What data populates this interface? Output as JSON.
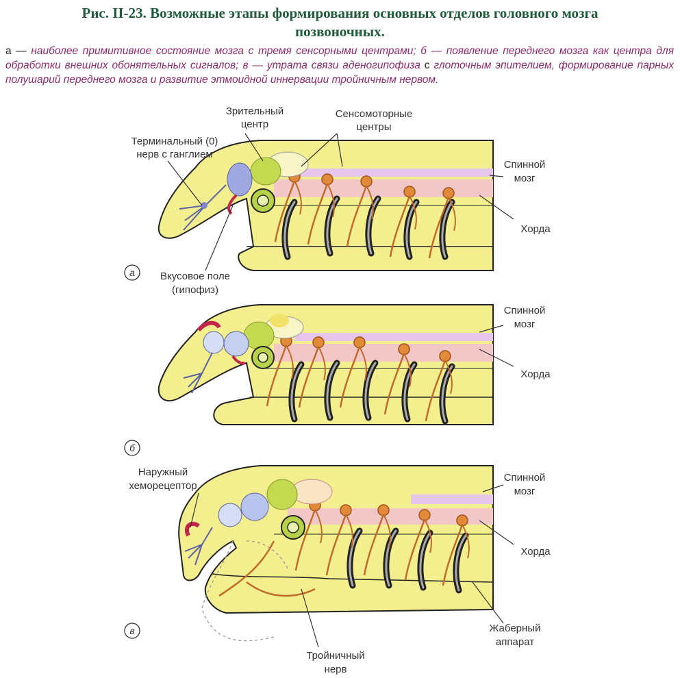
{
  "title": {
    "line1": "Рис. II-23. Возможные этапы формирования основных отделов головного мозга",
    "line2": "позвоночных."
  },
  "caption": {
    "a_letter": "а —",
    "a_text": " наиболее примитивное состояние мозга с тремя сенсорными центрами; б — появление переднего мозга как центра для обработки внешних обонятельных сигналов; в — утрата связи аденогипофиза ",
    "c_letter": "с",
    "rest": " глоточным эпителием, формирование парных полушарий переднего мозга и развитие этмоидной иннервации тройничным нервом."
  },
  "panels": {
    "a": {
      "letter": "а",
      "terminal_nerve_1": "Терминальный (0)",
      "terminal_nerve_2": "нерв с ганглием",
      "visual_center_1": "Зрительный",
      "visual_center_2": "центр",
      "sensorimotor_1": "Сенсомоторные",
      "sensorimotor_2": "центры",
      "spinal_cord_1": "Спинной",
      "spinal_cord_2": "мозг",
      "chord": "Хорда",
      "taste_field_1": "Вкусовое поле",
      "taste_field_2": "(гипофиз)"
    },
    "b": {
      "letter": "б",
      "spinal_cord_1": "Спинной",
      "spinal_cord_2": "мозг",
      "chord": "Хорда"
    },
    "c": {
      "letter": "в",
      "chemoreceptor_1": "Наружный",
      "chemoreceptor_2": "хеморецептор",
      "spinal_cord_1": "Спинной",
      "spinal_cord_2": "мозг",
      "chord": "Хорда",
      "gill_1": "Жаберный",
      "gill_2": "аппарат",
      "trigeminal_1": "Тройничный",
      "trigeminal_2": "нерв"
    }
  },
  "colors": {
    "title": "#1f5a3a",
    "caption": "#8a2a6a",
    "body": "#f4ef8e",
    "body_stroke": "#222222",
    "chord": "#f2c7c7",
    "nerve": "#d97a2a",
    "eye": "#b7d24a",
    "forebrain": "#a9b8e8",
    "olfactory": "#c2264a",
    "spinal_cord": "#d9a9e0"
  }
}
